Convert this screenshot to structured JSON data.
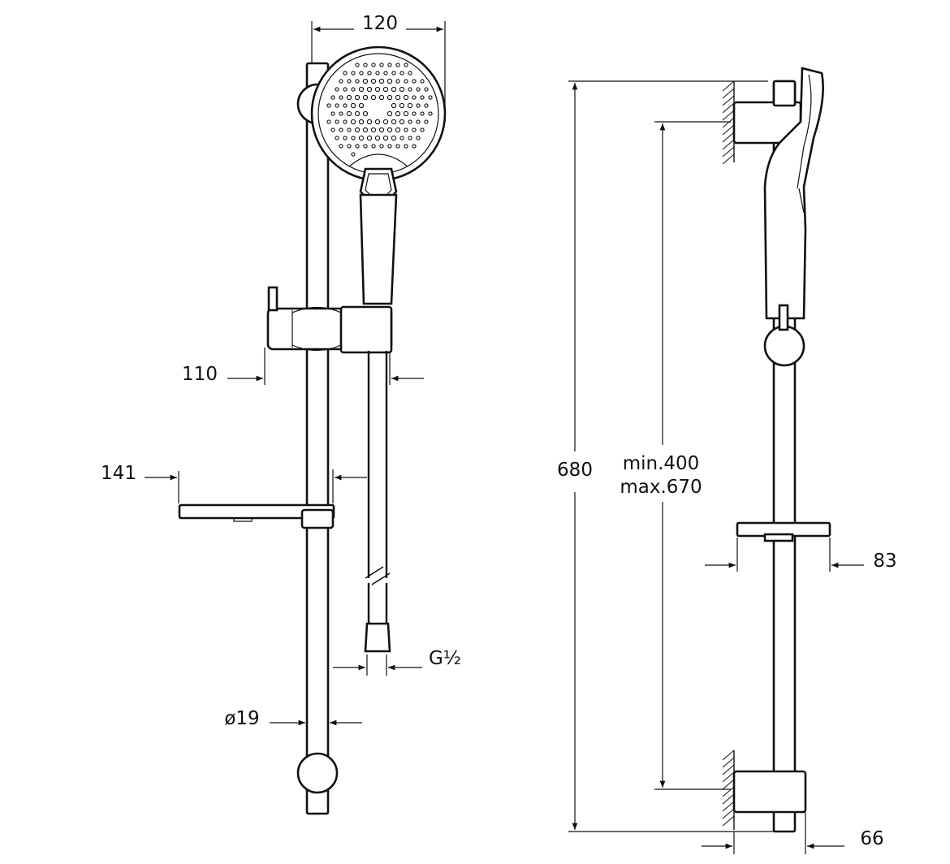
{
  "dimensions": {
    "head_width": "120",
    "holder_offset": "110",
    "soap_dish": "141",
    "hose_thread": "G½",
    "rail_diameter": "ø19",
    "rail_length": "680",
    "adjust_min": "min.400",
    "adjust_max": "max.670",
    "dish_depth": "83",
    "wall_bracket": "66"
  },
  "colors": {
    "line": "#111111",
    "background": "#ffffff"
  }
}
